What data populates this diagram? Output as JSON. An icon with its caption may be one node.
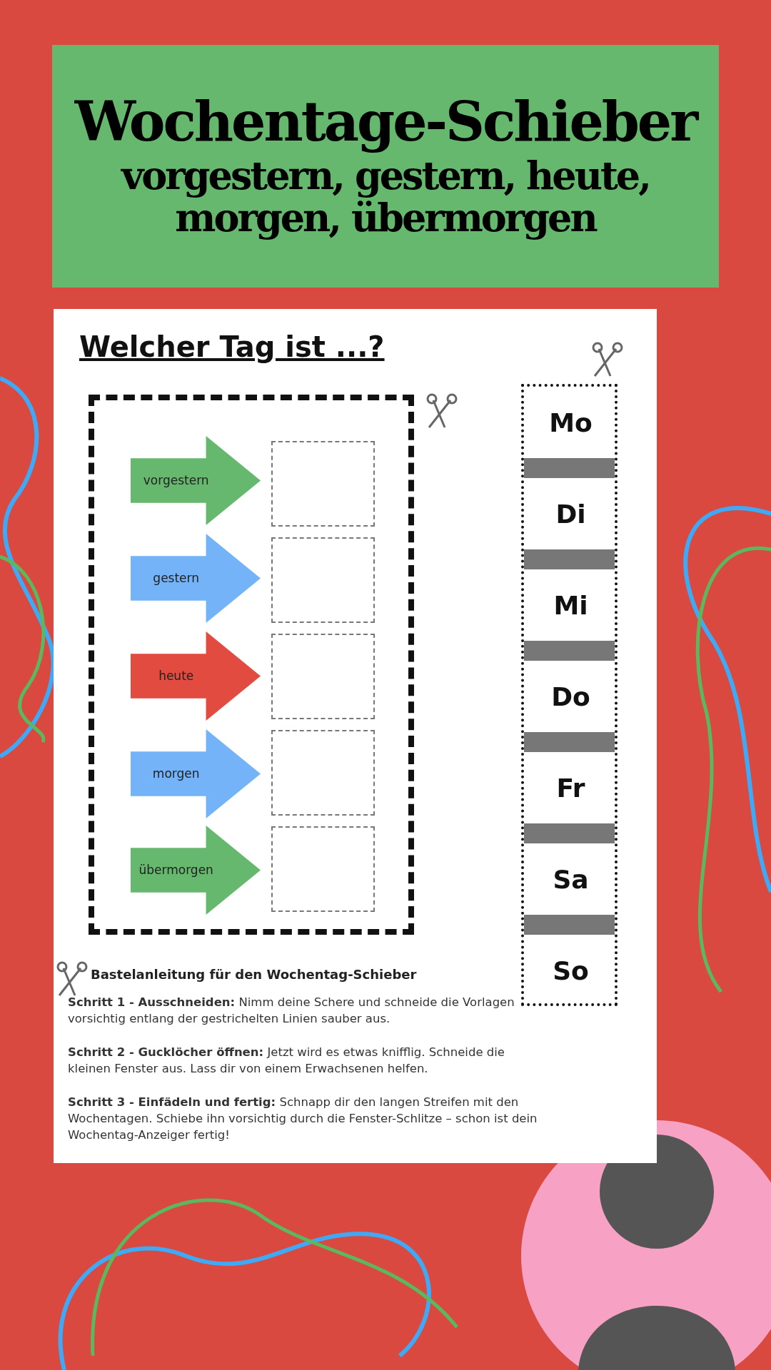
{
  "diagram": {
    "title": "Wochentage-Schieber",
    "nodes": [
      {
        "text": [],
        "shape": "box"
      },
      {
        "text": [
          "vorgestern"
        ],
        "in": 0
      },
      {
        "text": [
          "gestern"
        ],
        "in": 0
      },
      {
        "text": [
          "heute"
        ],
        "in": 0
      },
      {
        "text": [
          "morgen"
        ],
        "in": 0
      },
      {
        "text": [
          "übermorgen"
        ],
        "in": 0
      },
      {
        "text": [],
        "shape": "box",
        "in": 0
      },
      {
        "text": [],
        "shape": "box",
        "in": 0
      },
      {
        "text": [],
        "shape": "box",
        "in": 0
      },
      {
        "text": [],
        "shape": "box",
        "in": 0
      },
      {
        "text": [],
        "shape": "box",
        "in": 0
      },
      {
        "text": [],
        "shape": "box"
      },
      {
        "text": [
          "Mo"
        ],
        "in": 11
      },
      {
        "text": [],
        "shape": "bar",
        "in": 11
      },
      {
        "text": [
          "Di"
        ],
        "in": 11
      },
      {
        "text": [],
        "shape": "bar",
        "in": 11
      },
      {
        "text": [
          "Mi"
        ],
        "in": 11
      },
      {
        "text": [],
        "shape": "bar",
        "in": 11
      },
      {
        "text": [
          "Do"
        ],
        "in": 11
      },
      {
        "text": [],
        "shape": "bar",
        "in": 11
      },
      {
        "text": [
          "Fr"
        ],
        "in": 11
      },
      {
        "text": [],
        "shape": "bar",
        "in": 11
      },
      {
        "text": [
          "Sa"
        ],
        "in": 11
      },
      {
        "text": [],
        "shape": "bar",
        "in": 11
      },
      {
        "text": [
          "So"
        ],
        "in": 11
      }
    ],
    "labels": [
      "vorgestern, gestern, heute, morgen, übermorgen",
      "Welcher Tag ist ...?",
      "Bastelanleitung für den Wochentag-Schieber",
      "**Schritt 1 - Ausschneiden:** Nimm deine Schere und schneide die Vorlagen vorsichtig entlang der gestrichelten Linien sauber aus.",
      "**Schritt 2 - Gucklöcher öffnen:** Jetzt wird es etwas knifflig. Schneide die kleinen Fenster aus. Lass dir von einem Erwachsenen helfen.",
      "**Schritt 3 - Einfädeln und fertig:** Schnapp dir den langen Streifen mit den Wochentagen. Schiebe ihn vorsichtig durch die Fenster-Schlitze – schon ist dein Wochentag-Anzeiger fertig!"
    ]
  }
}
